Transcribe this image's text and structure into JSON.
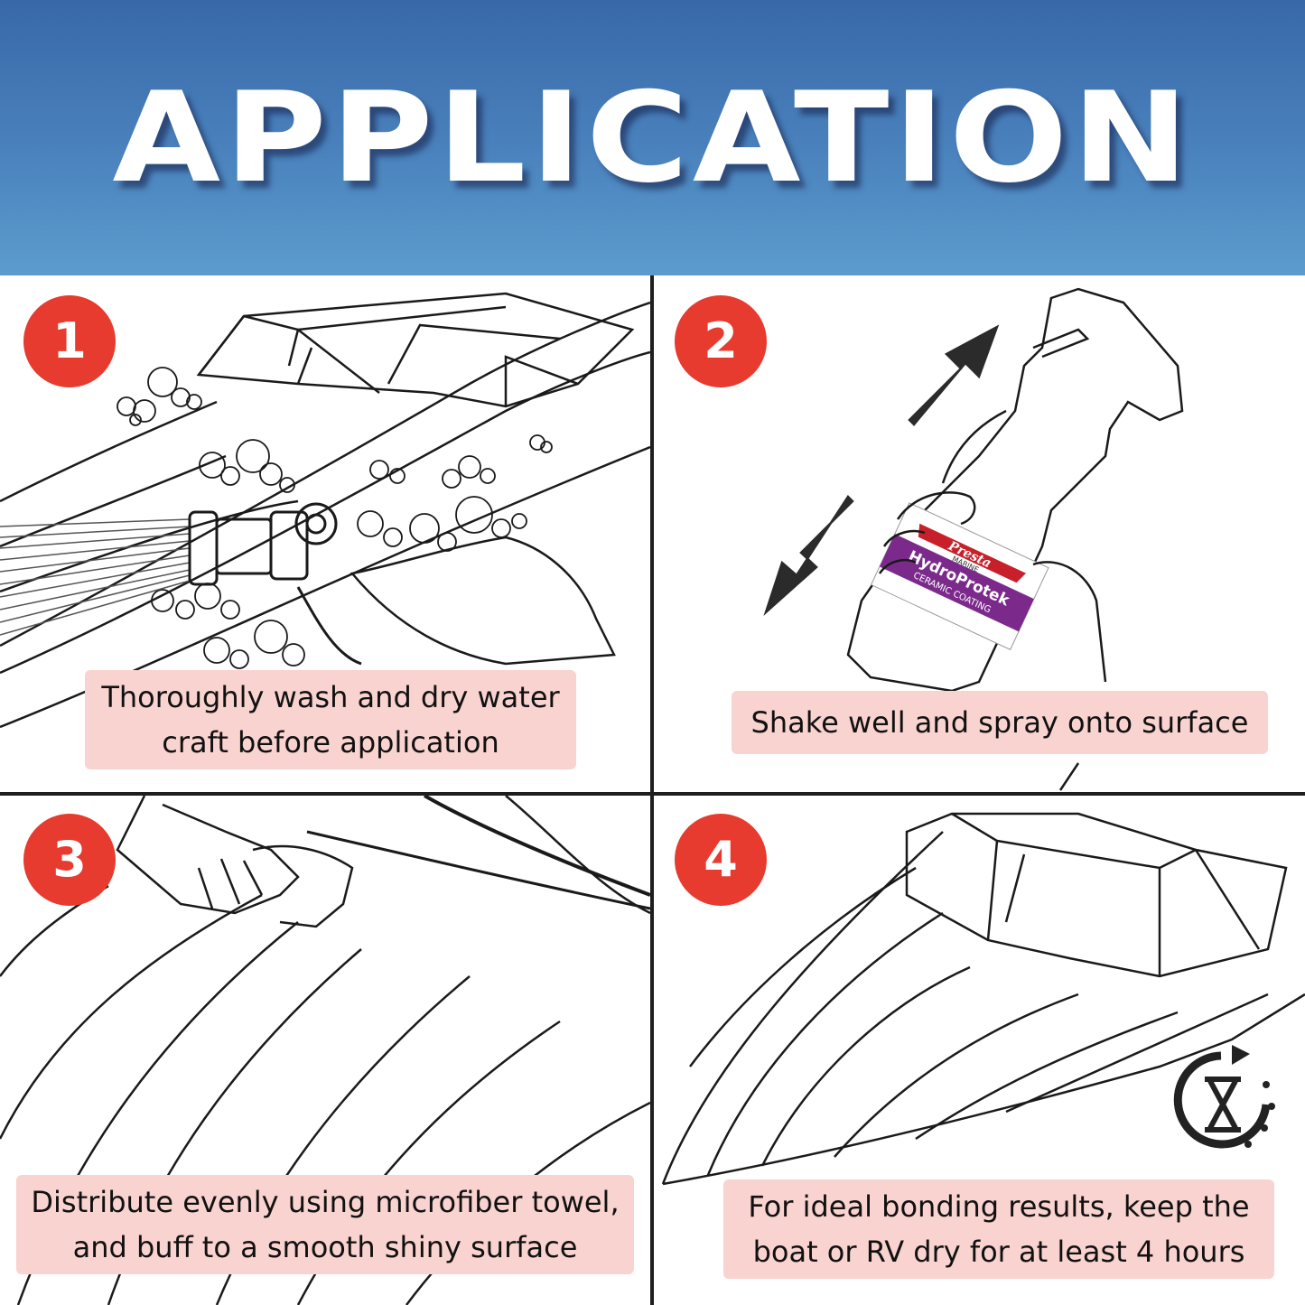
{
  "header": {
    "title": "APPLICATION"
  },
  "colors": {
    "header_top": "#3868a8",
    "header_bottom": "#5c9ccd",
    "badge": "#e63b2e",
    "caption_bg": "#f9d3d0",
    "brand_purple": "#7b2a8c"
  },
  "steps": [
    {
      "number": "1",
      "caption_line1": "Thoroughly wash and dry water",
      "caption_line2": "craft before application",
      "icon": "hose-nozzle-icon"
    },
    {
      "number": "2",
      "caption_line1": "Shake well and spray onto surface",
      "icon": "spray-bottle-icon"
    },
    {
      "number": "3",
      "caption_line1": "Distribute evenly using microfiber towel,",
      "caption_line2": "and buff to a smooth shiny surface",
      "icon": "towel-hand-icon"
    },
    {
      "number": "4",
      "caption_line1": "For ideal bonding results, keep the",
      "caption_line2": "boat or RV dry for at least 4 hours",
      "icon": "hourglass-timer-icon"
    }
  ],
  "product_label": {
    "brand": "Presta",
    "sub": "MARINE",
    "name": "HydroProtek",
    "tagline": "CERAMIC COATING"
  }
}
